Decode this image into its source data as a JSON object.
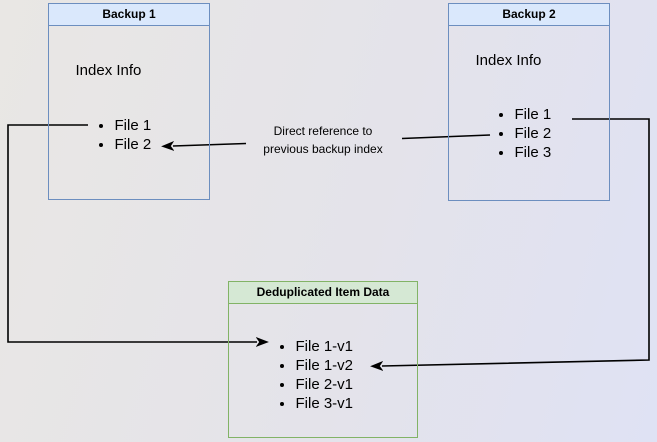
{
  "colors": {
    "background_start": "#e9e7e4",
    "background_end": "#dfe2f4",
    "blue_header_fill": "#dae8fc",
    "blue_border": "#6c8ebf",
    "green_header_fill": "#d5e8d4",
    "green_border": "#82b366",
    "line_color": "#000000",
    "text_color": "#000000"
  },
  "boxes": {
    "backup1": {
      "title": "Backup 1",
      "subtitle": "Index Info",
      "items": [
        "File 1",
        "File 2"
      ]
    },
    "backup2": {
      "title": "Backup 2",
      "subtitle": "Index Info",
      "items": [
        "File 1",
        "File 2",
        "File 3"
      ]
    },
    "dedup": {
      "title": "Deduplicated Item Data",
      "items": [
        "File 1-v1",
        "File 1-v2",
        "File 2-v1",
        "File 3-v1"
      ]
    }
  },
  "connectors": {
    "direct_reference_label": "Direct reference to previous backup index"
  }
}
